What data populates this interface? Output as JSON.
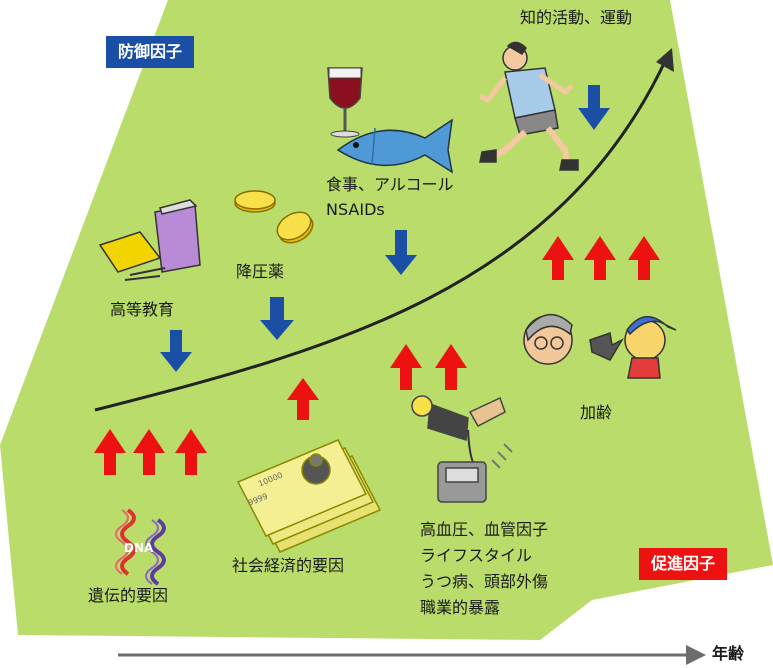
{
  "badges": {
    "protective": "防御因子",
    "promoting": "促進因子"
  },
  "labels": {
    "cognitive_activity": "知的活動、運動",
    "diet_alcohol": "食事、アルコール",
    "nsaids": "NSAIDs",
    "antihypertensive": "降圧薬",
    "higher_education": "高等教育",
    "aging": "加齢",
    "genetic": "遺伝的要因",
    "socioeconomic": "社会経済的要因",
    "hypertension": "高血圧、血管因子",
    "lifestyle": "ライフスタイル",
    "depression": "うつ病、頭部外傷",
    "occupational": "職業的暴露",
    "x_axis": "年齢",
    "dna": "DNA",
    "money_1": "10000",
    "money_2": "9999"
  },
  "colors": {
    "field": "#b9dc6a",
    "protective_arrow": "#1b4fa6",
    "promoting_arrow": "#ee1111",
    "badge_blue": "#1b4fa6",
    "badge_red": "#ee1111",
    "curve": "#222222"
  },
  "icons": [
    "wine-glass-icon",
    "fish-icon",
    "runner-icon",
    "coins-icon",
    "books-icon",
    "aging-faces-icon",
    "dna-icon",
    "banknotes-icon",
    "blood-pressure-monitor-icon"
  ]
}
